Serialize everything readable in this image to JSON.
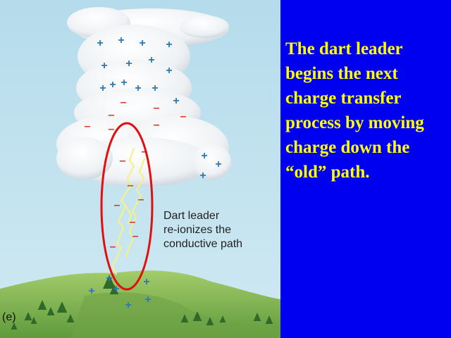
{
  "slide": {
    "text_lines": [
      "The dart leader",
      "begins the next",
      "charge transfer",
      "process by moving",
      "charge down the",
      "“old” path."
    ]
  },
  "figure": {
    "panel_label": "(e)",
    "caption_lines": [
      "Dart leader",
      "re-ionizes the",
      "conductive path"
    ],
    "plus_sign": "+",
    "minus_sign": "–",
    "colors": {
      "slide_background": "#0000f0",
      "slide_text": "#ffff00",
      "sky": "#bfe2ef",
      "hill": "#8fbf57",
      "positive_charge": "#2a79b5",
      "negative_charge": "#d8392b",
      "highlight_ellipse": "#e01010",
      "lightning": "#f4f08a"
    }
  }
}
